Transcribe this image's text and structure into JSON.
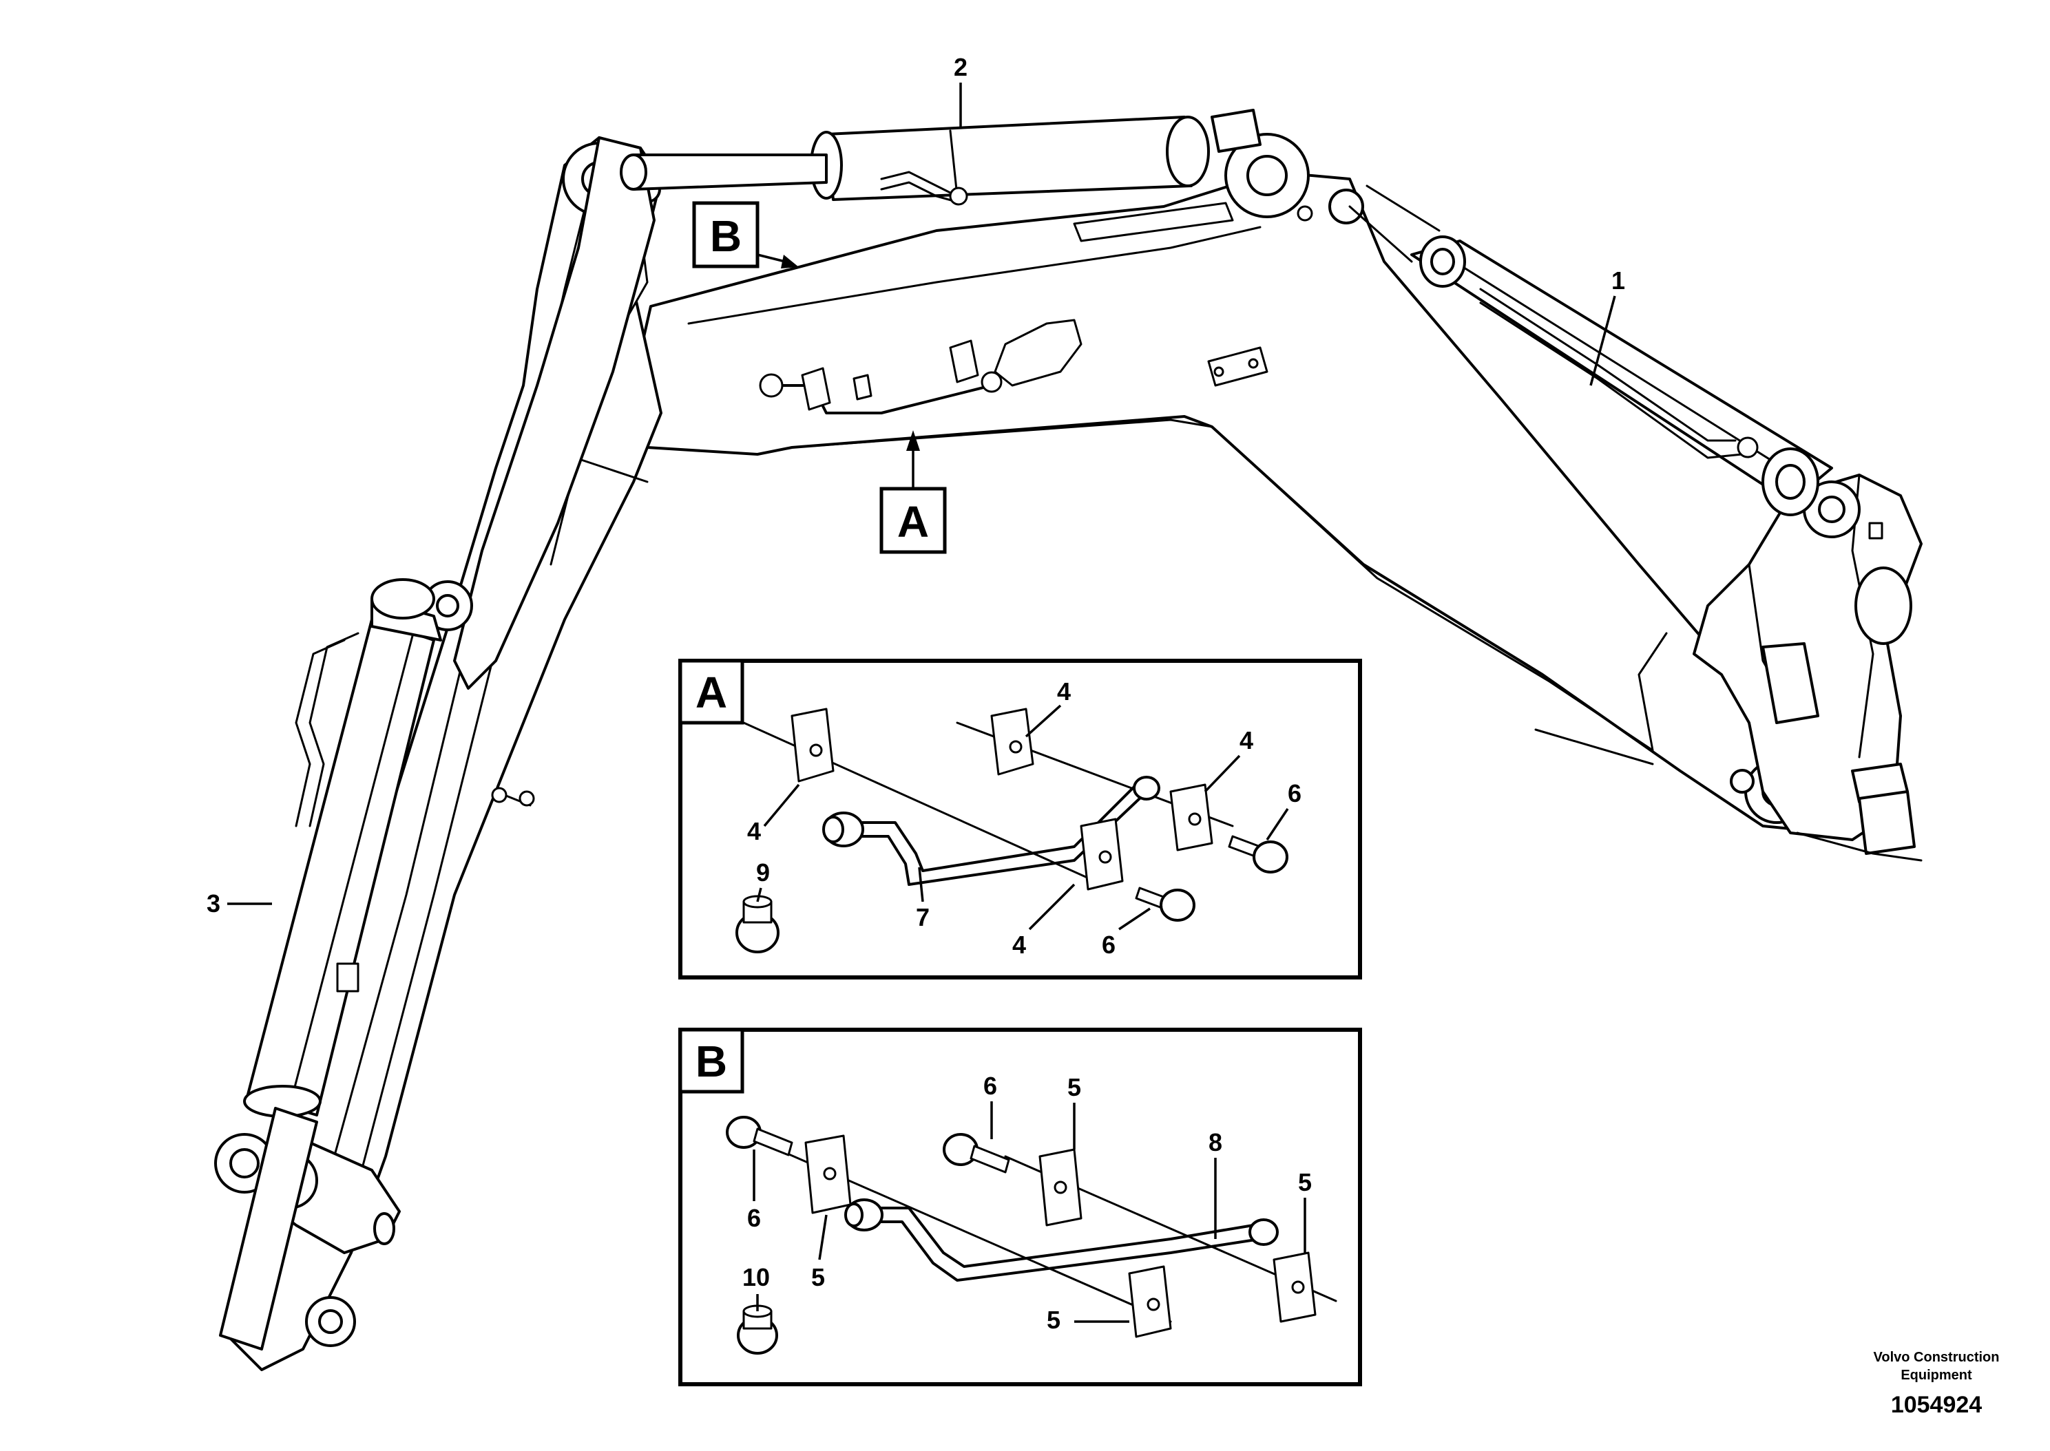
{
  "callouts": {
    "c1": "1",
    "c2": "2",
    "c3": "3",
    "a4a": "4",
    "a4b": "4",
    "a4c": "4",
    "a4d": "4",
    "a6a": "6",
    "a6b": "6",
    "a7": "7",
    "a9": "9",
    "b5a": "5",
    "b5b": "5",
    "b5c": "5",
    "b5d": "5",
    "b6a": "6",
    "b6b": "6",
    "b8": "8",
    "b10": "10"
  },
  "detail_tags": {
    "main_a": "A",
    "main_b": "B",
    "inset_a": "A",
    "inset_b": "B"
  },
  "credit": {
    "line1": "Volvo Construction",
    "line2": "Equipment"
  },
  "document_number": "1054924"
}
